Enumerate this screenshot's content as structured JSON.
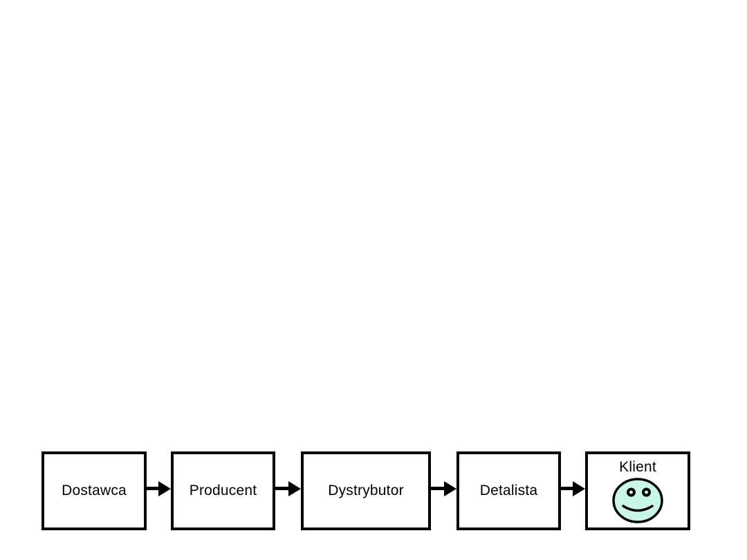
{
  "flow": {
    "nodes": [
      {
        "label": "Dostawca"
      },
      {
        "label": "Producent"
      },
      {
        "label": "Dystrybutor"
      },
      {
        "label": "Detalista"
      },
      {
        "label": "Klient",
        "icon": "smiley-face-icon"
      }
    ],
    "connector_count": 4
  },
  "colors": {
    "background": "#ffffff",
    "box_fill": "#ffffff",
    "box_border": "#000000",
    "arrow": "#000000",
    "text": "#000000",
    "face_fill": "#c9f7e6",
    "face_stroke": "#000000"
  }
}
